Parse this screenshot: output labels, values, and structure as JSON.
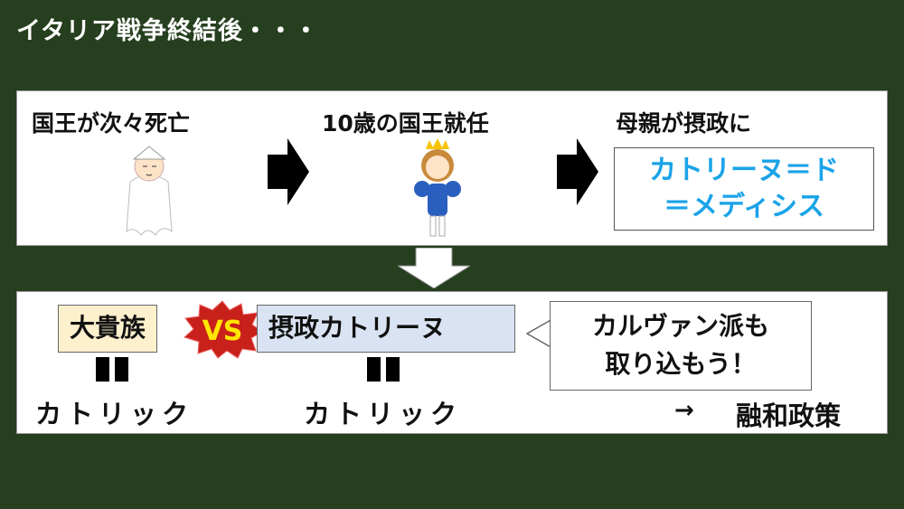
{
  "title": "イタリア戦争終結後・・・",
  "top": {
    "step1": "国王が次々死亡",
    "step2": "10歳の国王就任",
    "step3": "母親が摂政に",
    "name_line1": "カトリーヌ＝ド",
    "name_line2": "＝メディシス"
  },
  "bottom": {
    "nobles": "大貴族",
    "vs": "VS",
    "regent": "摂政カトリーヌ",
    "left_religion": "カトリック",
    "right_religion": "カトリック",
    "callout_line1": "カルヴァン派も",
    "callout_line2": "取り込もう！",
    "result_arrow": "→",
    "result": "融和政策"
  },
  "colors": {
    "background": "#263f1f",
    "name_text": "#1aa3e8",
    "nobles_fill": "#fdf0cc",
    "regent_fill": "#dae3f3",
    "vs_burst": "#c8201a",
    "vs_text": "#ffe600"
  }
}
